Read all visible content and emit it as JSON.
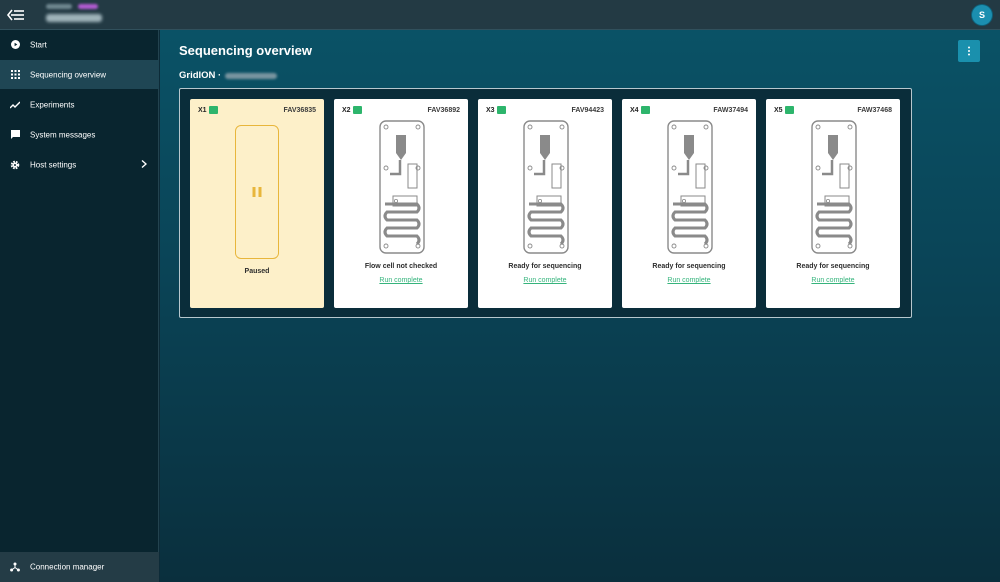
{
  "topbar": {
    "avatar_initial": "S"
  },
  "sidebar": {
    "items": [
      {
        "label": "Start",
        "icon": "play-circle-icon"
      },
      {
        "label": "Sequencing overview",
        "icon": "grid-icon"
      },
      {
        "label": "Experiments",
        "icon": "trend-line-icon"
      },
      {
        "label": "System messages",
        "icon": "message-icon"
      },
      {
        "label": "Host settings",
        "icon": "gear-icon"
      }
    ],
    "footer_label": "Connection manager"
  },
  "main": {
    "title": "Sequencing overview",
    "device_label": "GridION ·"
  },
  "positions": [
    {
      "name": "X1",
      "flow_cell": "FAV36835",
      "status": "Paused",
      "link": ""
    },
    {
      "name": "X2",
      "flow_cell": "FAV36892",
      "status": "Flow cell not checked",
      "link": "Run complete"
    },
    {
      "name": "X3",
      "flow_cell": "FAV94423",
      "status": "Ready for sequencing",
      "link": "Run complete"
    },
    {
      "name": "X4",
      "flow_cell": "FAW37494",
      "status": "Ready for sequencing",
      "link": "Run complete"
    },
    {
      "name": "X5",
      "flow_cell": "FAW37468",
      "status": "Ready for sequencing",
      "link": "Run complete"
    }
  ],
  "colors": {
    "accent": "#1a90ad",
    "ok_green": "#2db56c",
    "link_green": "#35b47c",
    "paused_amber": "#e8b63b",
    "paused_bg": "#fdf0c9"
  }
}
